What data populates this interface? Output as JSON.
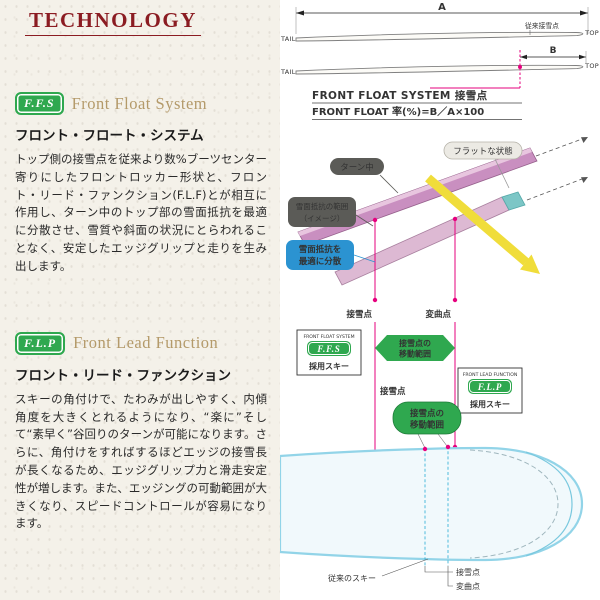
{
  "colors": {
    "accent_green": "#2fa84f",
    "magenta": "#e6007e",
    "info_blue": "#2b93d1",
    "title_red": "#8b1c22",
    "heading_tan": "#b49a6a",
    "ski_pink": "#c98fc0",
    "ski_cyan": "#92d4e8",
    "arrow_yellow": "#f0dd3a"
  },
  "left": {
    "title": "TECHNOLOGY",
    "ffs": {
      "badge": "F.F.S",
      "heading_en": "Front Float System",
      "heading_jp": "フロント・フロート・システム",
      "body": "トップ側の接雪点を従来より数%ブーツセンター寄りにしたフロントロッカー形状と、フロント・リード・ファンクション(F.L.F)とが相互に作用し、ターン中のトップ部の雪面抵抗を最適に分散させ、雪質や斜面の状況にとらわれることなく、安定したエッジグリップと走りを生み出します。"
    },
    "flp": {
      "badge": "F.L.P",
      "heading_en": "Front Lead Function",
      "heading_jp": "フロント・リード・ファンクション",
      "body": "スキーの角付けで、たわみが出しやすく、内傾角度を大きくとれるようになり、“楽に”そして“素早く”谷回りのターンが可能になります。さらに、角付けをすればするほどエッジの接雪長が長くなるため、エッジグリップ力と滑走安定性が増します。また、エッジングの可動範囲が大きくなり、スピードコントロールが容易になります。"
    }
  },
  "diagram": {
    "dim_a": "A",
    "dim_b": "B",
    "tail": "TAIL",
    "top": "TOP",
    "conventional_contact": "従来接雪点",
    "ffs_contact": "FRONT FLOAT SYSTEM 接雪点",
    "formula": "FRONT FLOAT 率(%)=B／A×100",
    "during_turn": "ターン中",
    "flat_state": "フラットな状態",
    "resistance_line1": "雪面抵抗の範囲",
    "resistance_line2": "（イメージ）",
    "disperse_line1": "雪面抵抗を",
    "disperse_line2": "最適に分散",
    "contact_label": "接雪点",
    "inflection_label": "変曲点",
    "move_line1": "接雪点の",
    "move_line2": "移動範囲",
    "ffs_box": {
      "title": "FRONT FLOAT SYSTEM",
      "badge": "F.F.S",
      "sub": "採用スキー"
    },
    "flp_box": {
      "title": "FRONT LEAD FUNCTION",
      "badge": "F.L.P",
      "sub": "採用スキー"
    },
    "contact_label2": "接雪点",
    "bubble_line1": "接雪点の",
    "bubble_line2": "移動範囲",
    "conventional_ski": "従来のスキー",
    "bottom_contact": "接雪点",
    "bottom_inflection": "変曲点"
  }
}
